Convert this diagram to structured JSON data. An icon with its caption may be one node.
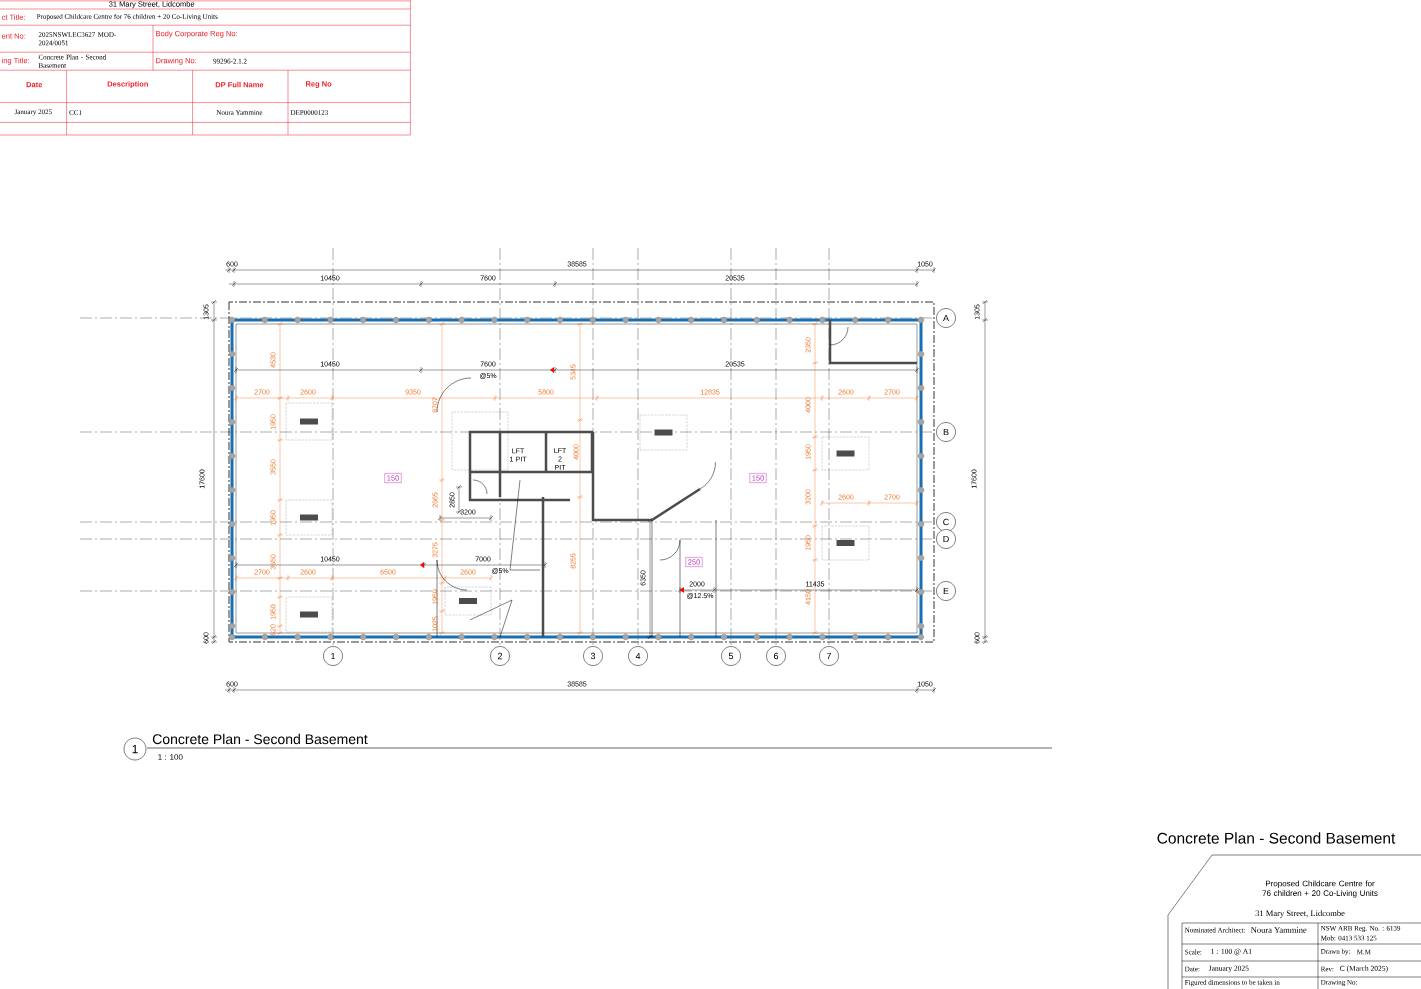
{
  "diagram": {
    "title": "Concrete Plan - Second Basement",
    "nodes": [
      {
        "text": [
          "A"
        ]
      },
      {
        "text": [
          "B"
        ]
      },
      {
        "text": [
          "C"
        ]
      },
      {
        "text": [
          "D"
        ]
      },
      {
        "text": [
          "E"
        ]
      },
      {
        "text": [
          "1"
        ]
      },
      {
        "text": [
          "2"
        ]
      },
      {
        "text": [
          "3"
        ]
      },
      {
        "text": [
          "4"
        ]
      },
      {
        "text": [
          "5"
        ]
      },
      {
        "text": [
          "6"
        ]
      },
      {
        "text": [
          "7"
        ]
      },
      {
        "text": [
          "1"
        ]
      },
      {
        "text": [
          "150"
        ]
      },
      {
        "text": [
          "150"
        ]
      },
      {
        "text": [
          "250"
        ]
      }
    ],
    "labels": [
      "31 Mary Street, Lidcombe",
      "ct Title:",
      "Proposed Childcare Centre for 76 children + 20 Co-Living Units",
      "ent No:",
      "2025NSWLEC3627 MOD-2024/0051",
      "Body Corporate Reg No:",
      "ing Title:",
      "Concrete Plan - Second Basement",
      "Drawing No:",
      "99296-2.1.2",
      "Date",
      "Description",
      "DP Full Name",
      "Reg No",
      "January 2025",
      "CC1",
      "Noura Yammine",
      "DEP0000123",
      "600",
      "38585",
      "1050",
      "10450",
      "7600",
      "20535",
      "1305",
      "1305",
      "2350",
      "4530",
      "10450",
      "7600",
      "5345",
      "20535",
      "@5%",
      "2700",
      "2600",
      "9350",
      "5800",
      "12835",
      "2600",
      "2700",
      "8707",
      "4000",
      "1950",
      "LFT 1 PIT",
      "LFT 2 PIT",
      "4000",
      "1950",
      "3550",
      "17600",
      "17600",
      "2665",
      "2850",
      "3200",
      "2600",
      "2700",
      "3200",
      "1950",
      "1950",
      "3275",
      "3650",
      "10450",
      "7000",
      "8255",
      "2700",
      "2600",
      "6500",
      "2600",
      "@5%",
      "6350",
      "2000",
      "11435",
      "1950",
      "@12.5%",
      "4150",
      "1950",
      "1025",
      "620",
      "600",
      "600",
      "600",
      "38585",
      "1050",
      "1 : 100",
      "Concrete Plan - Second Basement",
      "Proposed Childcare Centre for 76 children + 20 Co-Living Units",
      "31 Mary Street, Lidcombe",
      "Nominated Architect:",
      "Noura Yammine",
      "NSW ARB Reg. No. : 6139",
      "Mob: 0413 533 125",
      "Scale:",
      "1 : 100 @ A1",
      "Drawn by:",
      "M.M",
      "Date:",
      "January 2025",
      "Rev:",
      "C (March 2025)",
      "Figured dimensions to be taken in",
      "Drawing No:"
    ]
  }
}
